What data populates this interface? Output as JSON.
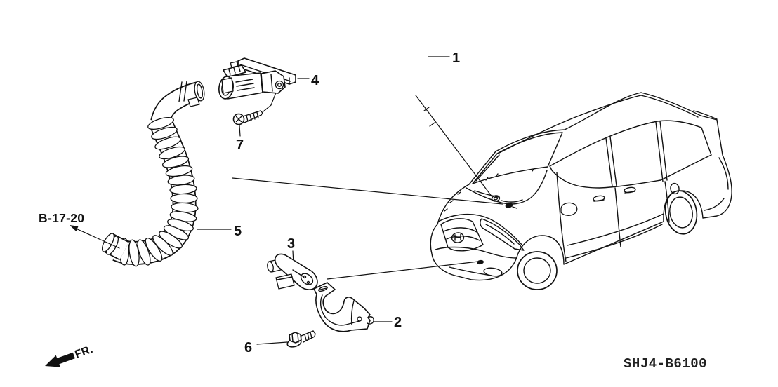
{
  "diagram": {
    "code": "SHJ4-B6100",
    "reference_label": "B-17-20",
    "front_label": "FR.",
    "colors": {
      "line": "#111111",
      "background": "#ffffff"
    },
    "callouts": [
      {
        "num": "1"
      },
      {
        "num": "2"
      },
      {
        "num": "3"
      },
      {
        "num": "4"
      },
      {
        "num": "5"
      },
      {
        "num": "6"
      },
      {
        "num": "7"
      }
    ]
  }
}
